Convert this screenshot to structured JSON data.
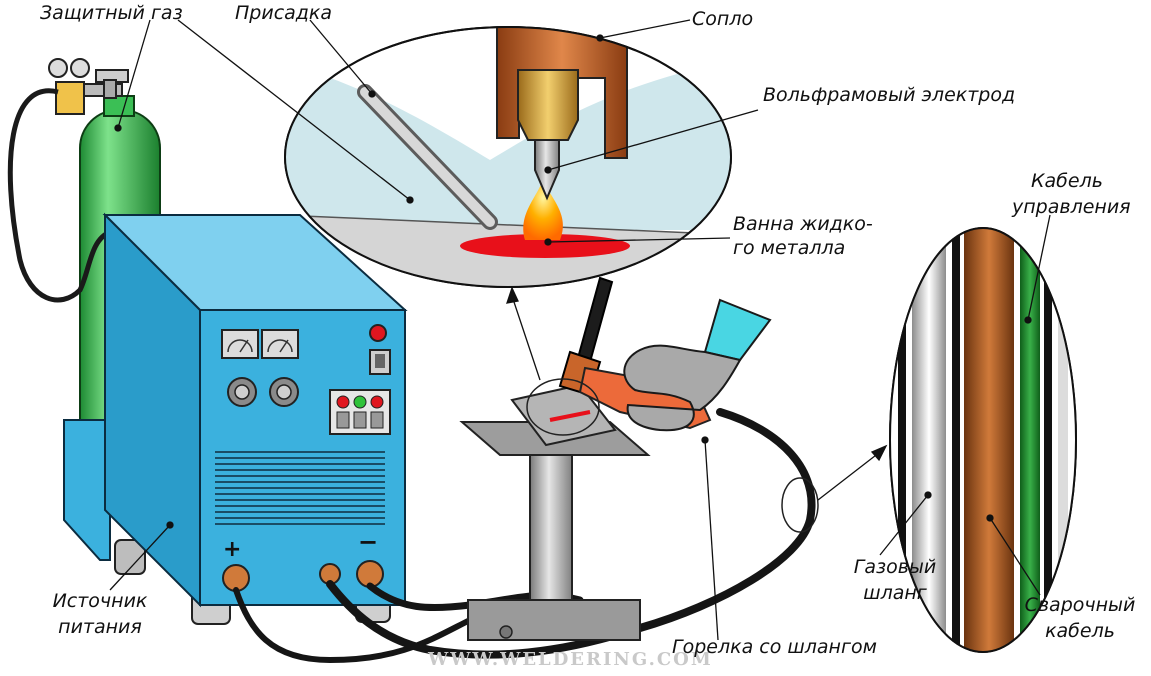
{
  "labels": {
    "shielding_gas": "Защитный газ",
    "filler": "Присадка",
    "nozzle": "Сопло",
    "tungsten_electrode": "Вольфрамовый электрод",
    "weld_pool_1": "Ванна жидко-",
    "weld_pool_2": "го металла",
    "control_cable_1": "Кабель",
    "control_cable_2": "управления",
    "power_source_1": "Источник",
    "power_source_2": "питания",
    "gas_hose_1": "Газовый",
    "gas_hose_2": "шланг",
    "welding_cable_1": "Сварочный",
    "welding_cable_2": "кабель",
    "torch_with_hose": "Горелка со шлангом",
    "plus": "+",
    "minus": "−"
  },
  "watermark": "WWW.WELDERING.COM",
  "colors": {
    "machine": "#3bb1de",
    "cylinder": "#2db34a",
    "nozzle": "#c9652a",
    "brass": "#d9a441",
    "weld_pool": "#e8101a",
    "glove": "#a9a9a9",
    "cuff": "#49d6e3",
    "torch_handle": "#ec6a3a",
    "stand": "#a0a0a0",
    "cable": "#1a1a1a",
    "control_wire": "#1f8f2a"
  }
}
